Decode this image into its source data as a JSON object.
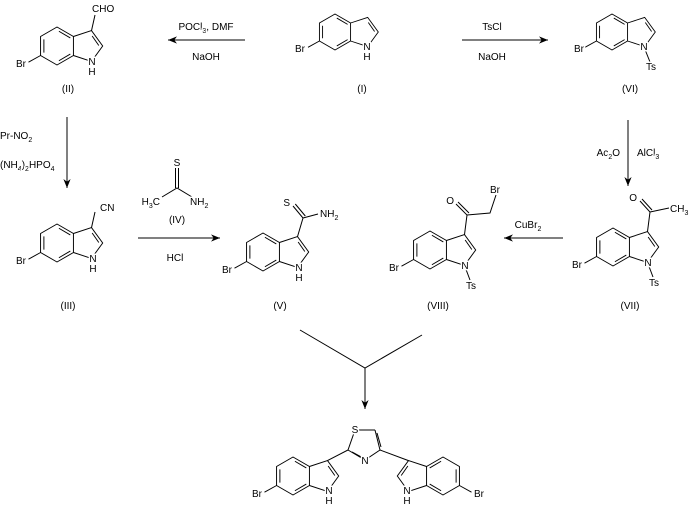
{
  "compounds": {
    "I": {
      "label": "(I)",
      "br": "Br",
      "n": "N",
      "h": "H"
    },
    "II": {
      "label": "(II)",
      "br": "Br",
      "n": "N",
      "h": "H",
      "sub": "CHO"
    },
    "III": {
      "label": "(III)",
      "br": "Br",
      "n": "N",
      "h": "H",
      "sub": "CN"
    },
    "IV": {
      "label": "(IV)",
      "s": "S",
      "left": "H3C",
      "right": "NH2"
    },
    "V": {
      "label": "(V)",
      "br": "Br",
      "n": "N",
      "h": "H",
      "s": "S",
      "nh2": "NH2"
    },
    "VI": {
      "label": "(VI)",
      "br": "Br",
      "n": "N",
      "ts": "Ts"
    },
    "VII": {
      "label": "(VII)",
      "br": "Br",
      "n": "N",
      "ts": "Ts",
      "o": "O",
      "ch3": "CH3"
    },
    "VIII": {
      "label": "(VIII)",
      "br": "Br",
      "n": "N",
      "ts": "Ts",
      "o": "O",
      "br2": "Br"
    },
    "product": {
      "br_left": "Br",
      "br_right": "Br",
      "nh_left": "N",
      "h_left": "H",
      "nh_right": "N",
      "h_right": "H",
      "s": "S",
      "n": "N"
    }
  },
  "reagents": {
    "i_to_ii": {
      "top": "POCl3, DMF",
      "bottom": "NaOH"
    },
    "i_to_vi": {
      "top": "TsCl",
      "bottom": "NaOH"
    },
    "ii_to_iii": {
      "top": "Pr-NO2",
      "bottom": "(NH4)2HPO4"
    },
    "iii_to_v": {
      "bottom": "HCl"
    },
    "vi_to_vii": {
      "left": "Ac2O",
      "right": "AlCl3"
    },
    "vii_to_viii": {
      "top": "CuBr2"
    }
  }
}
